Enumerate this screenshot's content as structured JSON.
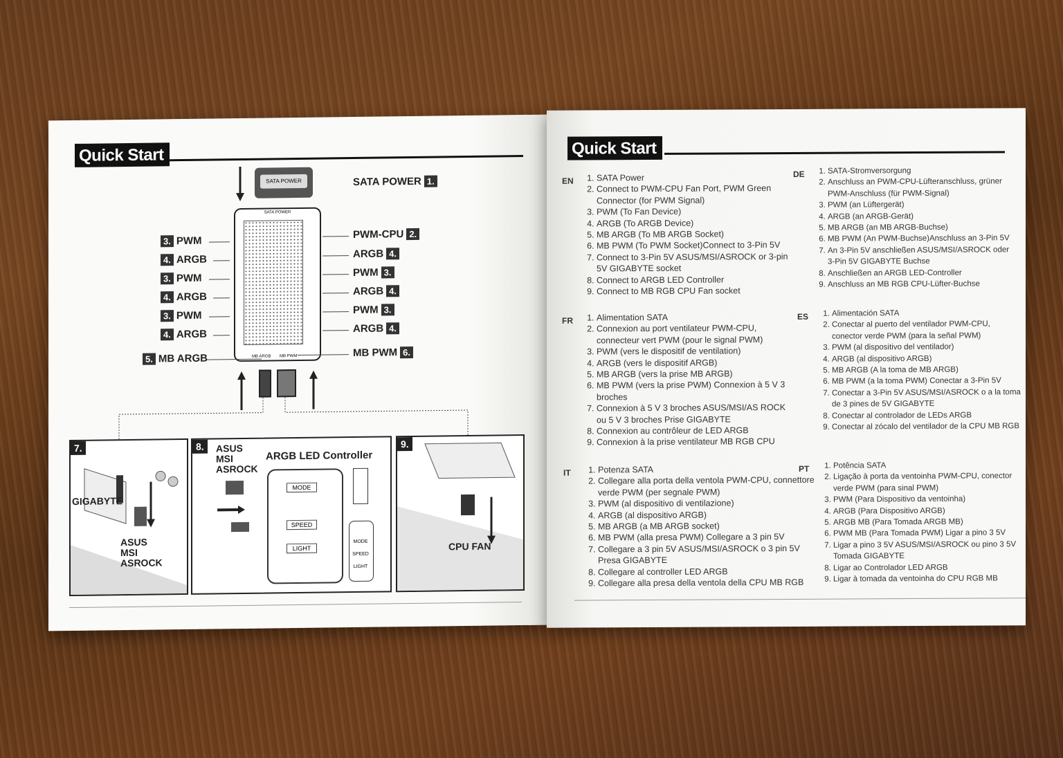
{
  "left_page": {
    "title": "Quick Start",
    "sata": {
      "label": "SATA POWER",
      "num": "1.",
      "plug_text": "SATA POWER"
    },
    "hub_text": {
      "top": "SATA POWER",
      "bottom_left": "MB ARGB",
      "bottom_right": "MB PWM"
    },
    "left_labels": [
      {
        "num": "3.",
        "text": "PWM"
      },
      {
        "num": "4.",
        "text": "ARGB"
      },
      {
        "num": "3.",
        "text": "PWM"
      },
      {
        "num": "4.",
        "text": "ARGB"
      },
      {
        "num": "3.",
        "text": "PWM"
      },
      {
        "num": "4.",
        "text": "ARGB"
      },
      {
        "num": "5.",
        "text": "MB ARGB"
      }
    ],
    "right_labels": [
      {
        "num": "2.",
        "text": "PWM-CPU"
      },
      {
        "num": "4.",
        "text": "ARGB"
      },
      {
        "num": "3.",
        "text": "PWM"
      },
      {
        "num": "4.",
        "text": "ARGB"
      },
      {
        "num": "3.",
        "text": "PWM"
      },
      {
        "num": "4.",
        "text": "ARGB"
      },
      {
        "num": "6.",
        "text": "MB PWM"
      }
    ],
    "panel7": {
      "num": "7.",
      "gigabyte": "GIGABYTE",
      "asus": "ASUS",
      "msi": "MSI",
      "asrock": "ASROCK"
    },
    "panel8": {
      "num": "8.",
      "asus": "ASUS",
      "msi": "MSI",
      "asrock": "ASROCK",
      "title": "ARGB LED Controller",
      "buttons": [
        "MODE",
        "SPEED",
        "LIGHT"
      ],
      "remote": [
        "MODE",
        "SPEED",
        "LIGHT"
      ]
    },
    "panel9": {
      "num": "9.",
      "label": "CPU FAN"
    }
  },
  "right_page": {
    "title": "Quick Start",
    "sections": [
      {
        "code": "EN",
        "items": [
          "SATA Power",
          "Connect to PWM-CPU Fan Port, PWM Green Connector (for PWM Signal)",
          "PWM (To Fan Device)",
          "ARGB (To ARGB Device)",
          "MB ARGB (To MB ARGB Socket)",
          "MB PWM  (To PWM Socket)Connect to 3-Pin 5V",
          "Connect to 3-Pin 5V ASUS/MSI/ASROCK or 3-pin 5V GIGABYTE socket",
          "Connect to ARGB LED Controller",
          "Connect to MB RGB CPU Fan socket"
        ]
      },
      {
        "code": "DE",
        "items": [
          "SATA-Stromversorgung",
          "Anschluss an PWM-CPU-Lüfteranschluss, grüner PWM-Anschluss (für PWM-Signal)",
          "PWM (an Lüftergerät)",
          "ARGB (an ARGB-Gerät)",
          "MB ARGB (an MB ARGB-Buchse)",
          "MB PWM (An PWM-Buchse)Anschluss an 3-Pin 5V",
          "An 3-Pin 5V anschließen ASUS/MSI/ASROCK oder 3-Pin 5V GIGABYTE Buchse",
          "Anschließen an ARGB LED-Controller",
          "Anschluss an MB RGB CPU-Lüfter-Buchse"
        ]
      },
      {
        "code": "FR",
        "items": [
          "Alimentation SATA",
          "Connexion au port ventilateur PWM-CPU, connecteur vert PWM (pour le signal PWM)",
          "PWM (vers le dispositif de ventilation)",
          "ARGB (vers le dispositif ARGB)",
          "MB ARGB (vers la prise MB ARGB)",
          "MB PWM (vers la prise PWM) Connexion à 5 V 3 broches",
          "Connexion à 5 V 3 broches ASUS/MSI/AS ROCK ou 5 V 3 broches  Prise GIGABYTE",
          "Connexion au contrôleur de LED ARGB",
          "Connexion à la prise ventilateur MB RGB CPU"
        ]
      },
      {
        "code": "ES",
        "items": [
          "Alimentación SATA",
          "Conectar al puerto del ventilador PWM-CPU, conector verde PWM (para la señal PWM)",
          "PWM (al dispositivo del ventilador)",
          "ARGB (al dispositivo ARGB)",
          "MB ARGB (A la toma de MB ARGB)",
          "MB PWM (a la toma PWM) Conectar a 3-Pin 5V",
          "Conectar a 3-Pin 5V ASUS/MSI/ASROCK o a la toma de 3 pines de 5V GIGABYTE",
          "Conectar al controlador de LEDs ARGB",
          "Conectar al zócalo del ventilador de la CPU MB RGB"
        ]
      },
      {
        "code": "IT",
        "items": [
          "Potenza SATA",
          "Collegare alla porta della ventola PWM-CPU, connettore verde PWM (per segnale PWM)",
          "PWM (al dispositivo di ventilazione)",
          "ARGB (al dispositivo ARGB)",
          "MB ARGB (a MB ARGB socket)",
          "MB PWM (alla presa PWM) Collegare a 3 pin 5V",
          "Collegare a 3 pin 5V ASUS/MSI/ASROCK o 3 pin 5V Presa GIGABYTE",
          "Collegare al controller LED ARGB",
          "Collegare alla presa della ventola della CPU MB RGB"
        ]
      },
      {
        "code": "PT",
        "items": [
          "Potência SATA",
          "Ligação à porta da ventoinha PWM-CPU, conector verde PWM (para sinal PWM)",
          "PWM (Para Dispositivo da ventoinha)",
          "ARGB (Para Dispositivo ARGB)",
          "ARGB MB (Para Tomada ARGB MB)",
          "PWM MB (Para Tomada PWM) Ligar a pino 3 5V",
          "Ligar a pino 3 5V ASUS/MSI/ASROCK ou pino 3 5V Tomada GIGABYTE",
          "Ligar ao Controlador LED ARGB",
          "Ligar à tomada da ventoinha do CPU RGB MB"
        ]
      }
    ]
  }
}
